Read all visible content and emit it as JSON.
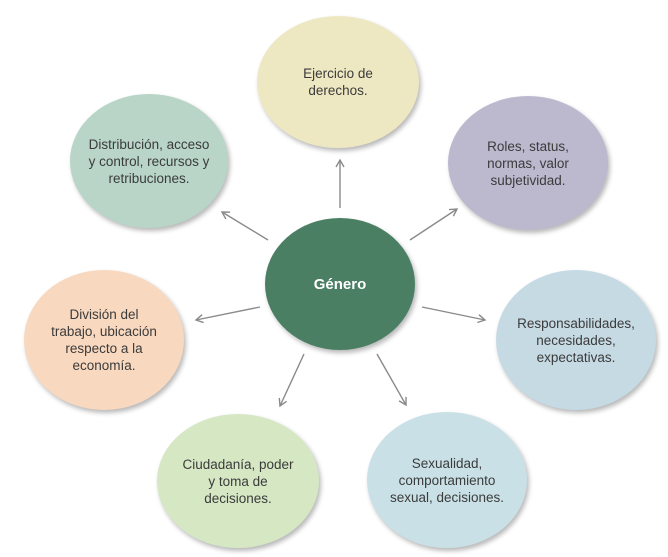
{
  "diagram": {
    "center": {
      "label": "Género",
      "color": "#4a7f64"
    },
    "nodes": [
      {
        "id": "derechos",
        "label": "Ejercicio de derechos.",
        "color": "#eee8c2"
      },
      {
        "id": "roles",
        "label": "Roles, status, normas, valor subjetividad.",
        "color": "#bcb9cf"
      },
      {
        "id": "responsabilidades",
        "label": "Responsabilidades, necesidades, expectativas.",
        "color": "#c6dae4"
      },
      {
        "id": "sexualidad",
        "label": "Sexualidad, comportamiento sexual, decisiones.",
        "color": "#c9e1e6"
      },
      {
        "id": "ciudadania",
        "label": "Ciudadanía, poder y toma de decisiones.",
        "color": "#d6e7c4"
      },
      {
        "id": "division",
        "label": "División del trabajo, ubicación respecto a la economía.",
        "color": "#f8d8bf"
      },
      {
        "id": "distribucion",
        "label": "Distribución, acceso y control, recursos y retribuciones.",
        "color": "#b8d5c8"
      }
    ],
    "arrow_color": "#8a8a8a"
  }
}
